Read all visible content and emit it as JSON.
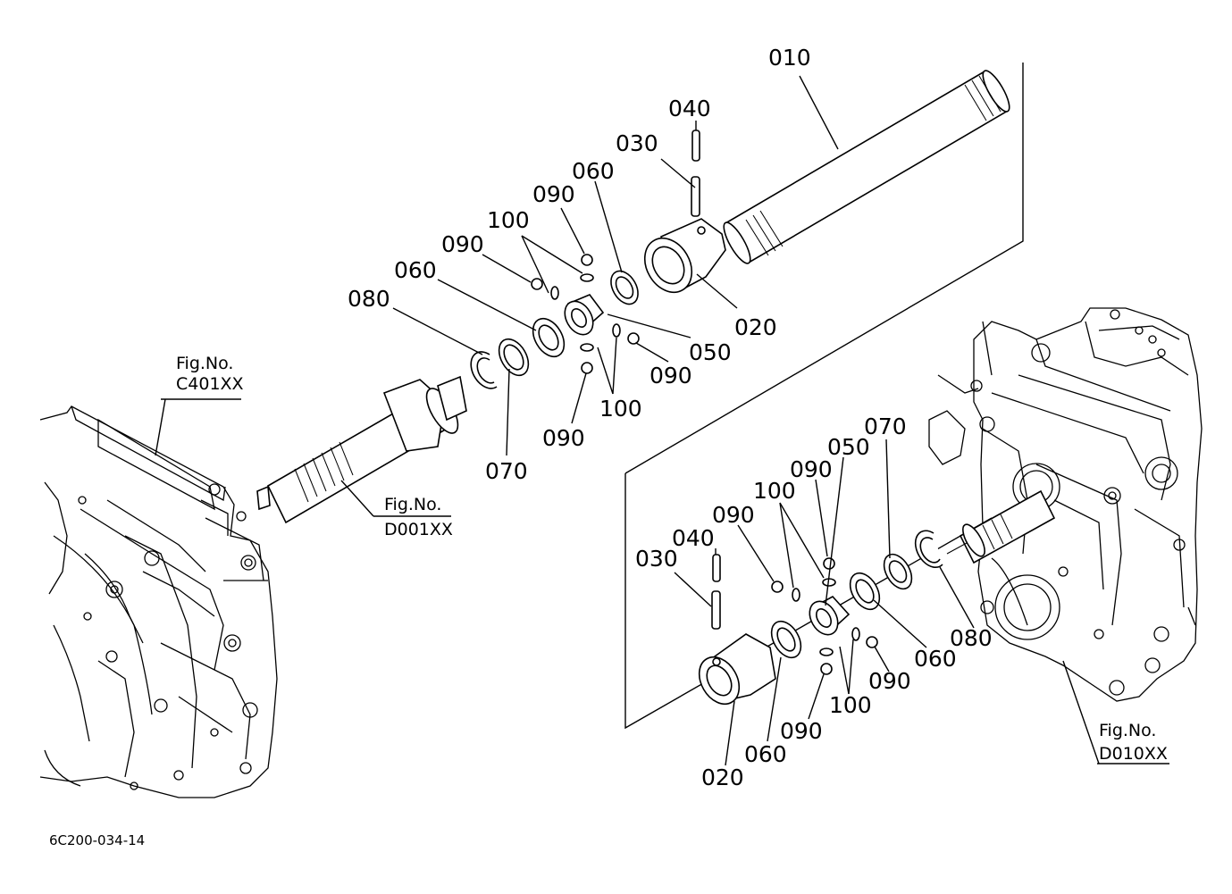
{
  "upper_assembly": {
    "labels": {
      "p010": "010",
      "p040": "040",
      "p030": "030",
      "p060a": "060",
      "p090a": "090",
      "p100a": "100",
      "p090b": "090",
      "p060b": "060",
      "p080": "080",
      "p020": "020",
      "p050": "050",
      "p090c": "090",
      "p100b": "100",
      "p090d": "090",
      "p070": "070"
    }
  },
  "lower_assembly": {
    "labels": {
      "p070": "070",
      "p050": "050",
      "p090a": "090",
      "p100a": "100",
      "p090b": "090",
      "p040": "040",
      "p030": "030",
      "p080": "080",
      "p060a": "060",
      "p090c": "090",
      "p100b": "100",
      "p090d": "090",
      "p060b": "060",
      "p020": "020"
    }
  },
  "figure_refs": {
    "c401": {
      "prefix": "Fig.No.",
      "code": "C401XX"
    },
    "d001": {
      "prefix": "Fig.No.",
      "code": "D001XX"
    },
    "d010": {
      "prefix": "Fig.No.",
      "code": "D010XX"
    }
  },
  "drawing_code": "6C200-034-14"
}
